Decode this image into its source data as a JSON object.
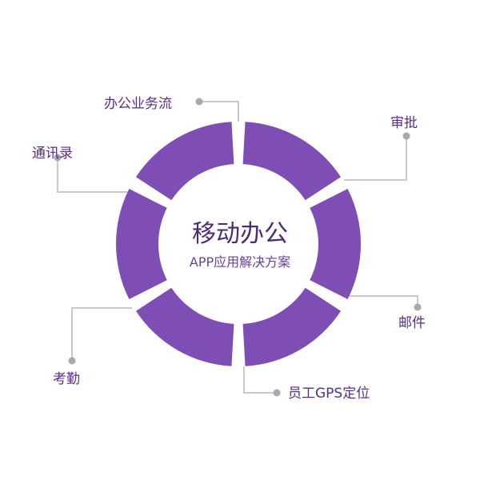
{
  "center": {
    "title": "移动办公",
    "subtitle": "APP应用解决方案"
  },
  "modules": [
    {
      "label": "办公业务流"
    },
    {
      "label": "审批"
    },
    {
      "label": "邮件"
    },
    {
      "label": "员工GPS定位"
    },
    {
      "label": "考勤"
    },
    {
      "label": "通讯录"
    }
  ],
  "colors": {
    "ring": "#7e4eb5",
    "text": "#5b2d86",
    "connector": "#c9c9c9",
    "dot": "#a9a9a9"
  }
}
